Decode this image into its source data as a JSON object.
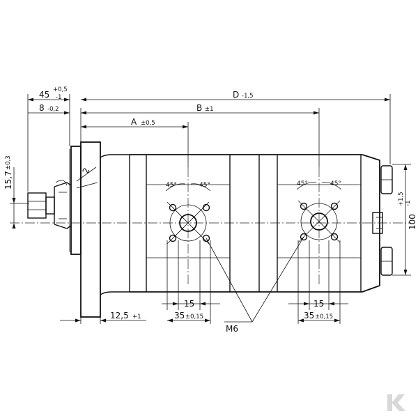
{
  "drawing": {
    "dimensions": {
      "d45": {
        "value": "45",
        "tol_upper": "+0,5",
        "tol_lower": "-1"
      },
      "d8": {
        "value": "8",
        "tol": "-0,2"
      },
      "dD": {
        "value": "D",
        "tol": "-1,5"
      },
      "dB": {
        "value": "B",
        "tol": "±1"
      },
      "dA": {
        "value": "A",
        "tol": "±0,5"
      },
      "d15_7": {
        "value": "15,7",
        "tol": "±0,3"
      },
      "d2": {
        "value": "2"
      },
      "d100": {
        "value": "100",
        "tol_upper": "+1,5",
        "tol_lower": "-1"
      },
      "d12_5": {
        "value": "12,5",
        "tol": "+1"
      },
      "port1_15": {
        "value": "15"
      },
      "port1_35": {
        "value": "35",
        "tol": "±0,15"
      },
      "port2_15": {
        "value": "15"
      },
      "port2_35": {
        "value": "35",
        "tol": "±0,15"
      },
      "angle_labels": [
        "45°",
        "45°",
        "45°",
        "45°"
      ],
      "thread": "M6"
    }
  }
}
